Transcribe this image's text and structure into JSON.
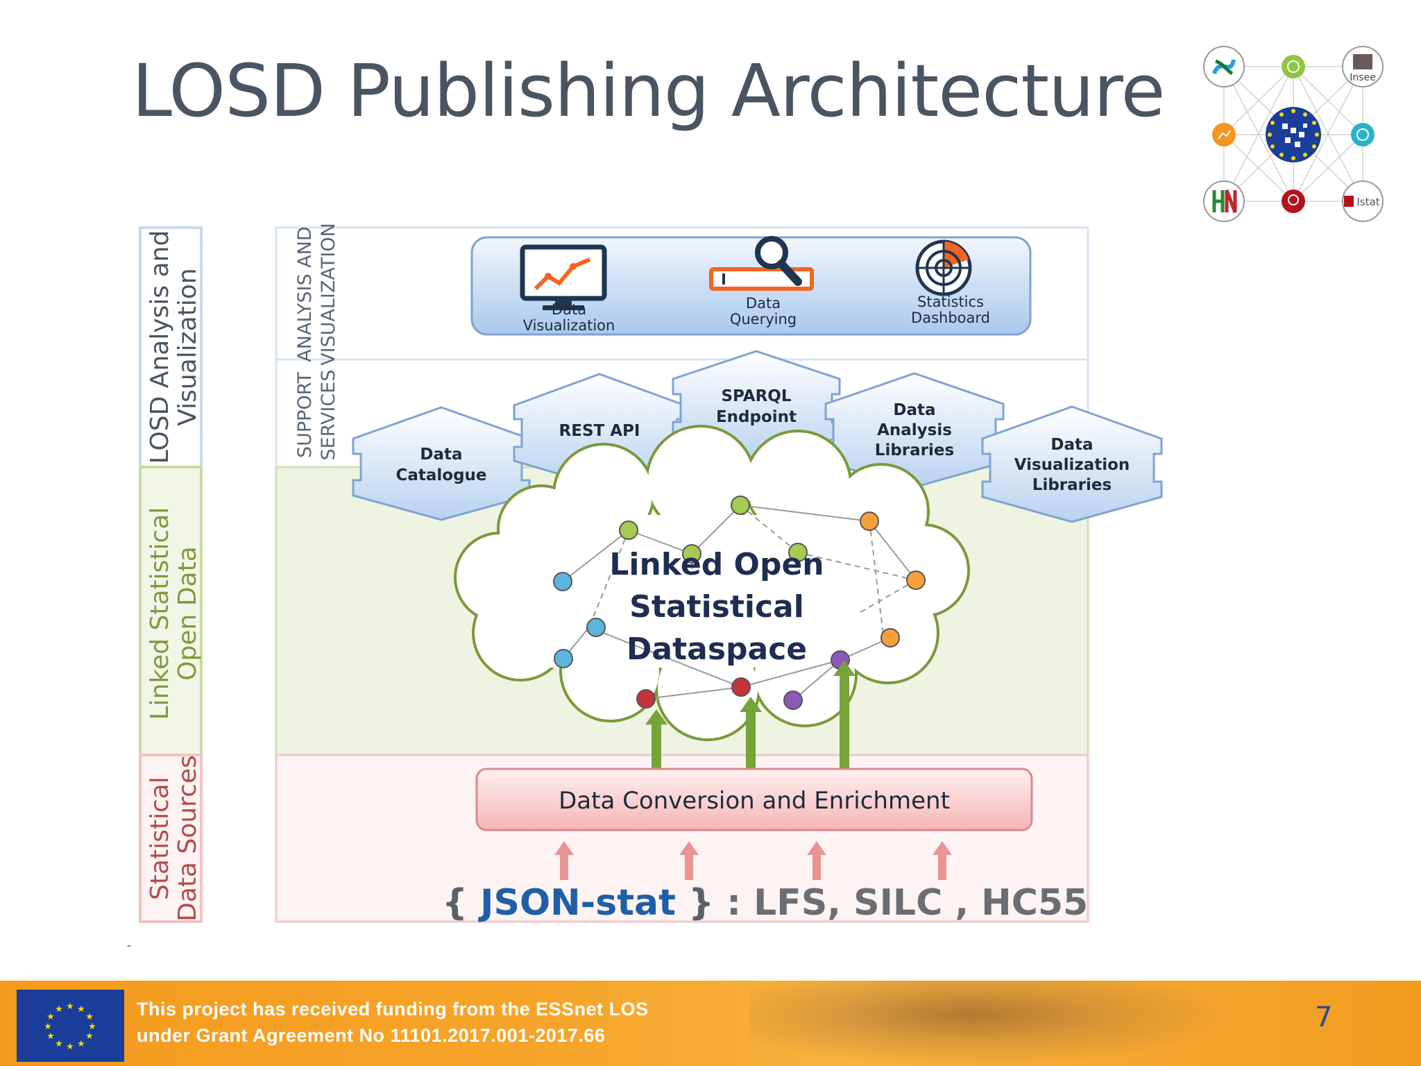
{
  "slide": {
    "title": "LOSD Publishing Architecture",
    "page_number": "7",
    "footer_line1": "This project has received funding from the ESSnet LOS",
    "footer_line2": "under Grant Agreement No 11101.2017.001-2017.66",
    "dash": "-"
  },
  "logo": {
    "label_insee": "Insee",
    "label_istat": "Istat"
  },
  "diagram": {
    "layers": {
      "analysis": "LOSD Analysis and Visualization",
      "analysis_line1": "LOSD Analysis and",
      "analysis_line2": "Visualization",
      "linked_line1": "Linked Statistical",
      "linked_line2": "Open Data",
      "sources_line1": "Statistical",
      "sources_line2": "Data Sources"
    },
    "inner_labels": {
      "analysis_line1": "ANALYSIS AND",
      "analysis_line2": "VISUALIZATION",
      "support_line1": "SUPPORT",
      "support_line2": "SERVICES"
    },
    "tools": {
      "viz_line1": "Data",
      "viz_line2": "Visualization",
      "query_line1": "Data",
      "query_line2": "Querying",
      "dash_line1": "Statistics",
      "dash_line2": "Dashboard"
    },
    "services": {
      "catalogue_line1": "Data",
      "catalogue_line2": "Catalogue",
      "rest": "REST API",
      "sparql_line1": "SPARQL",
      "sparql_line2": "Endpoint",
      "analysis_line1": "Data",
      "analysis_line2": "Analysis",
      "analysis_line3": "Libraries",
      "vizlib_line1": "Data",
      "vizlib_line2": "Visualization",
      "vizlib_line3": "Libraries"
    },
    "cloud": {
      "line1": "Linked Open",
      "line2": "Statistical",
      "line3": "Dataspace"
    },
    "conversion": "Data Conversion and Enrichment",
    "sources": {
      "open_brace": "{",
      "format": "JSON-stat",
      "close_brace": "}",
      "datasets": ": LFS, SILC , HC55"
    }
  },
  "colors": {
    "title": "#4a5563",
    "footer": "#f49a1e",
    "blue_text": "#1f5fa8",
    "green": "#7a9a3a",
    "pink_border": "#e9a0a0"
  }
}
